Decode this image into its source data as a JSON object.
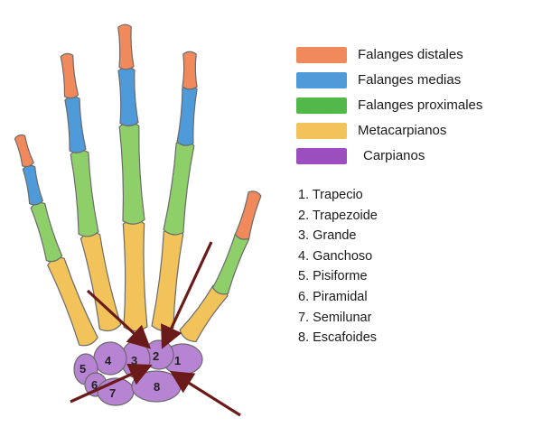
{
  "colors": {
    "distal": "#f08a5d",
    "medial": "#4f9ad8",
    "proximal": "#8fcf6a",
    "metacarpal": "#f2c35a",
    "carpal": "#b783d3",
    "arrow": "#6b1a1a",
    "outline": "#6a6a6a"
  },
  "legend": [
    {
      "label": "Falanges distales",
      "color": "#f08a5d"
    },
    {
      "label": "Falanges medias",
      "color": "#4f9ad8"
    },
    {
      "label": "Falanges proximales",
      "color": "#52b84a"
    },
    {
      "label": "Metacarpianos",
      "color": "#f2c35a"
    },
    {
      "label": "Carpianos",
      "color": "#9b4fbf"
    }
  ],
  "carpal_list": [
    "1. Trapecio",
    "2. Trapezoide",
    "3. Grande",
    "4. Ganchoso",
    "5. Pisiforme",
    "6. Piramidal",
    "7. Semilunar",
    "8. Escafoides"
  ],
  "bone_numbers": [
    "1",
    "2",
    "3",
    "4",
    "5",
    "6",
    "7",
    "8"
  ]
}
